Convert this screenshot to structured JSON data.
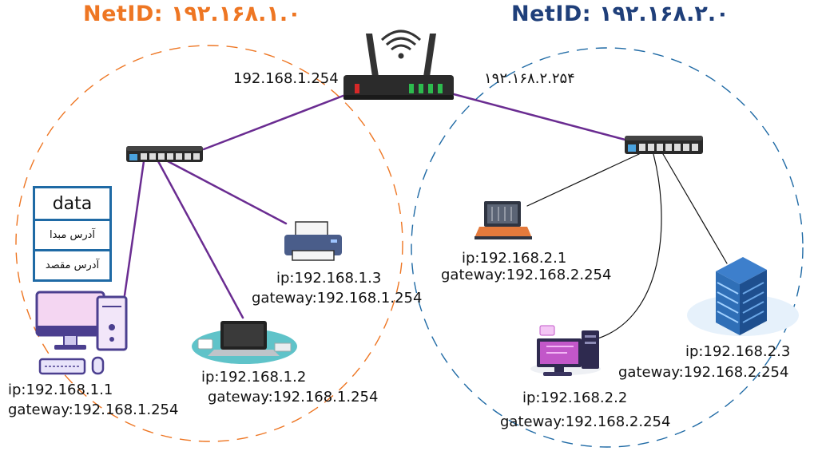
{
  "titles": {
    "left": "NetID: ۱۹۲.۱۶۸.۱.۰",
    "right": "NetID: ۱۹۲.۱۶۸.۲.۰"
  },
  "router": {
    "left_ip": "192.168.1.254",
    "right_ip": "۱۹۲.۱۶۸.۲.۲۵۴"
  },
  "packet": {
    "data": "data",
    "source": "آدرس مبدا",
    "destination": "آدرس مقصد"
  },
  "hosts": {
    "pc1": {
      "ip": "ip:192.168.1.1",
      "gateway": "gateway:192.168.1.254"
    },
    "laptop1": {
      "ip": "ip:192.168.1.2",
      "gateway": "gateway:192.168.1.254"
    },
    "printer1": {
      "ip": "ip:192.168.1.3",
      "gateway": "gateway:192.168.1.254"
    },
    "laptop2": {
      "ip": "ip:192.168.2.1",
      "gateway": "gateway:192.168.2.254"
    },
    "pc2": {
      "ip": "ip:192.168.2.2",
      "gateway": "gateway:192.168.2.254"
    },
    "server2": {
      "ip": "ip:192.168.2.3",
      "gateway": "gateway:192.168.2.254"
    }
  },
  "colors": {
    "left_network": "#ee7623",
    "right_network": "#1f3f7a",
    "trunk_link": "#6a2c91",
    "lan2_link": "#111111",
    "packet_border": "#1f6aa5"
  },
  "icons": [
    "router-icon",
    "switch-icon",
    "desktop-pc-icon",
    "laptop-icon",
    "printer-icon",
    "server-icon"
  ]
}
